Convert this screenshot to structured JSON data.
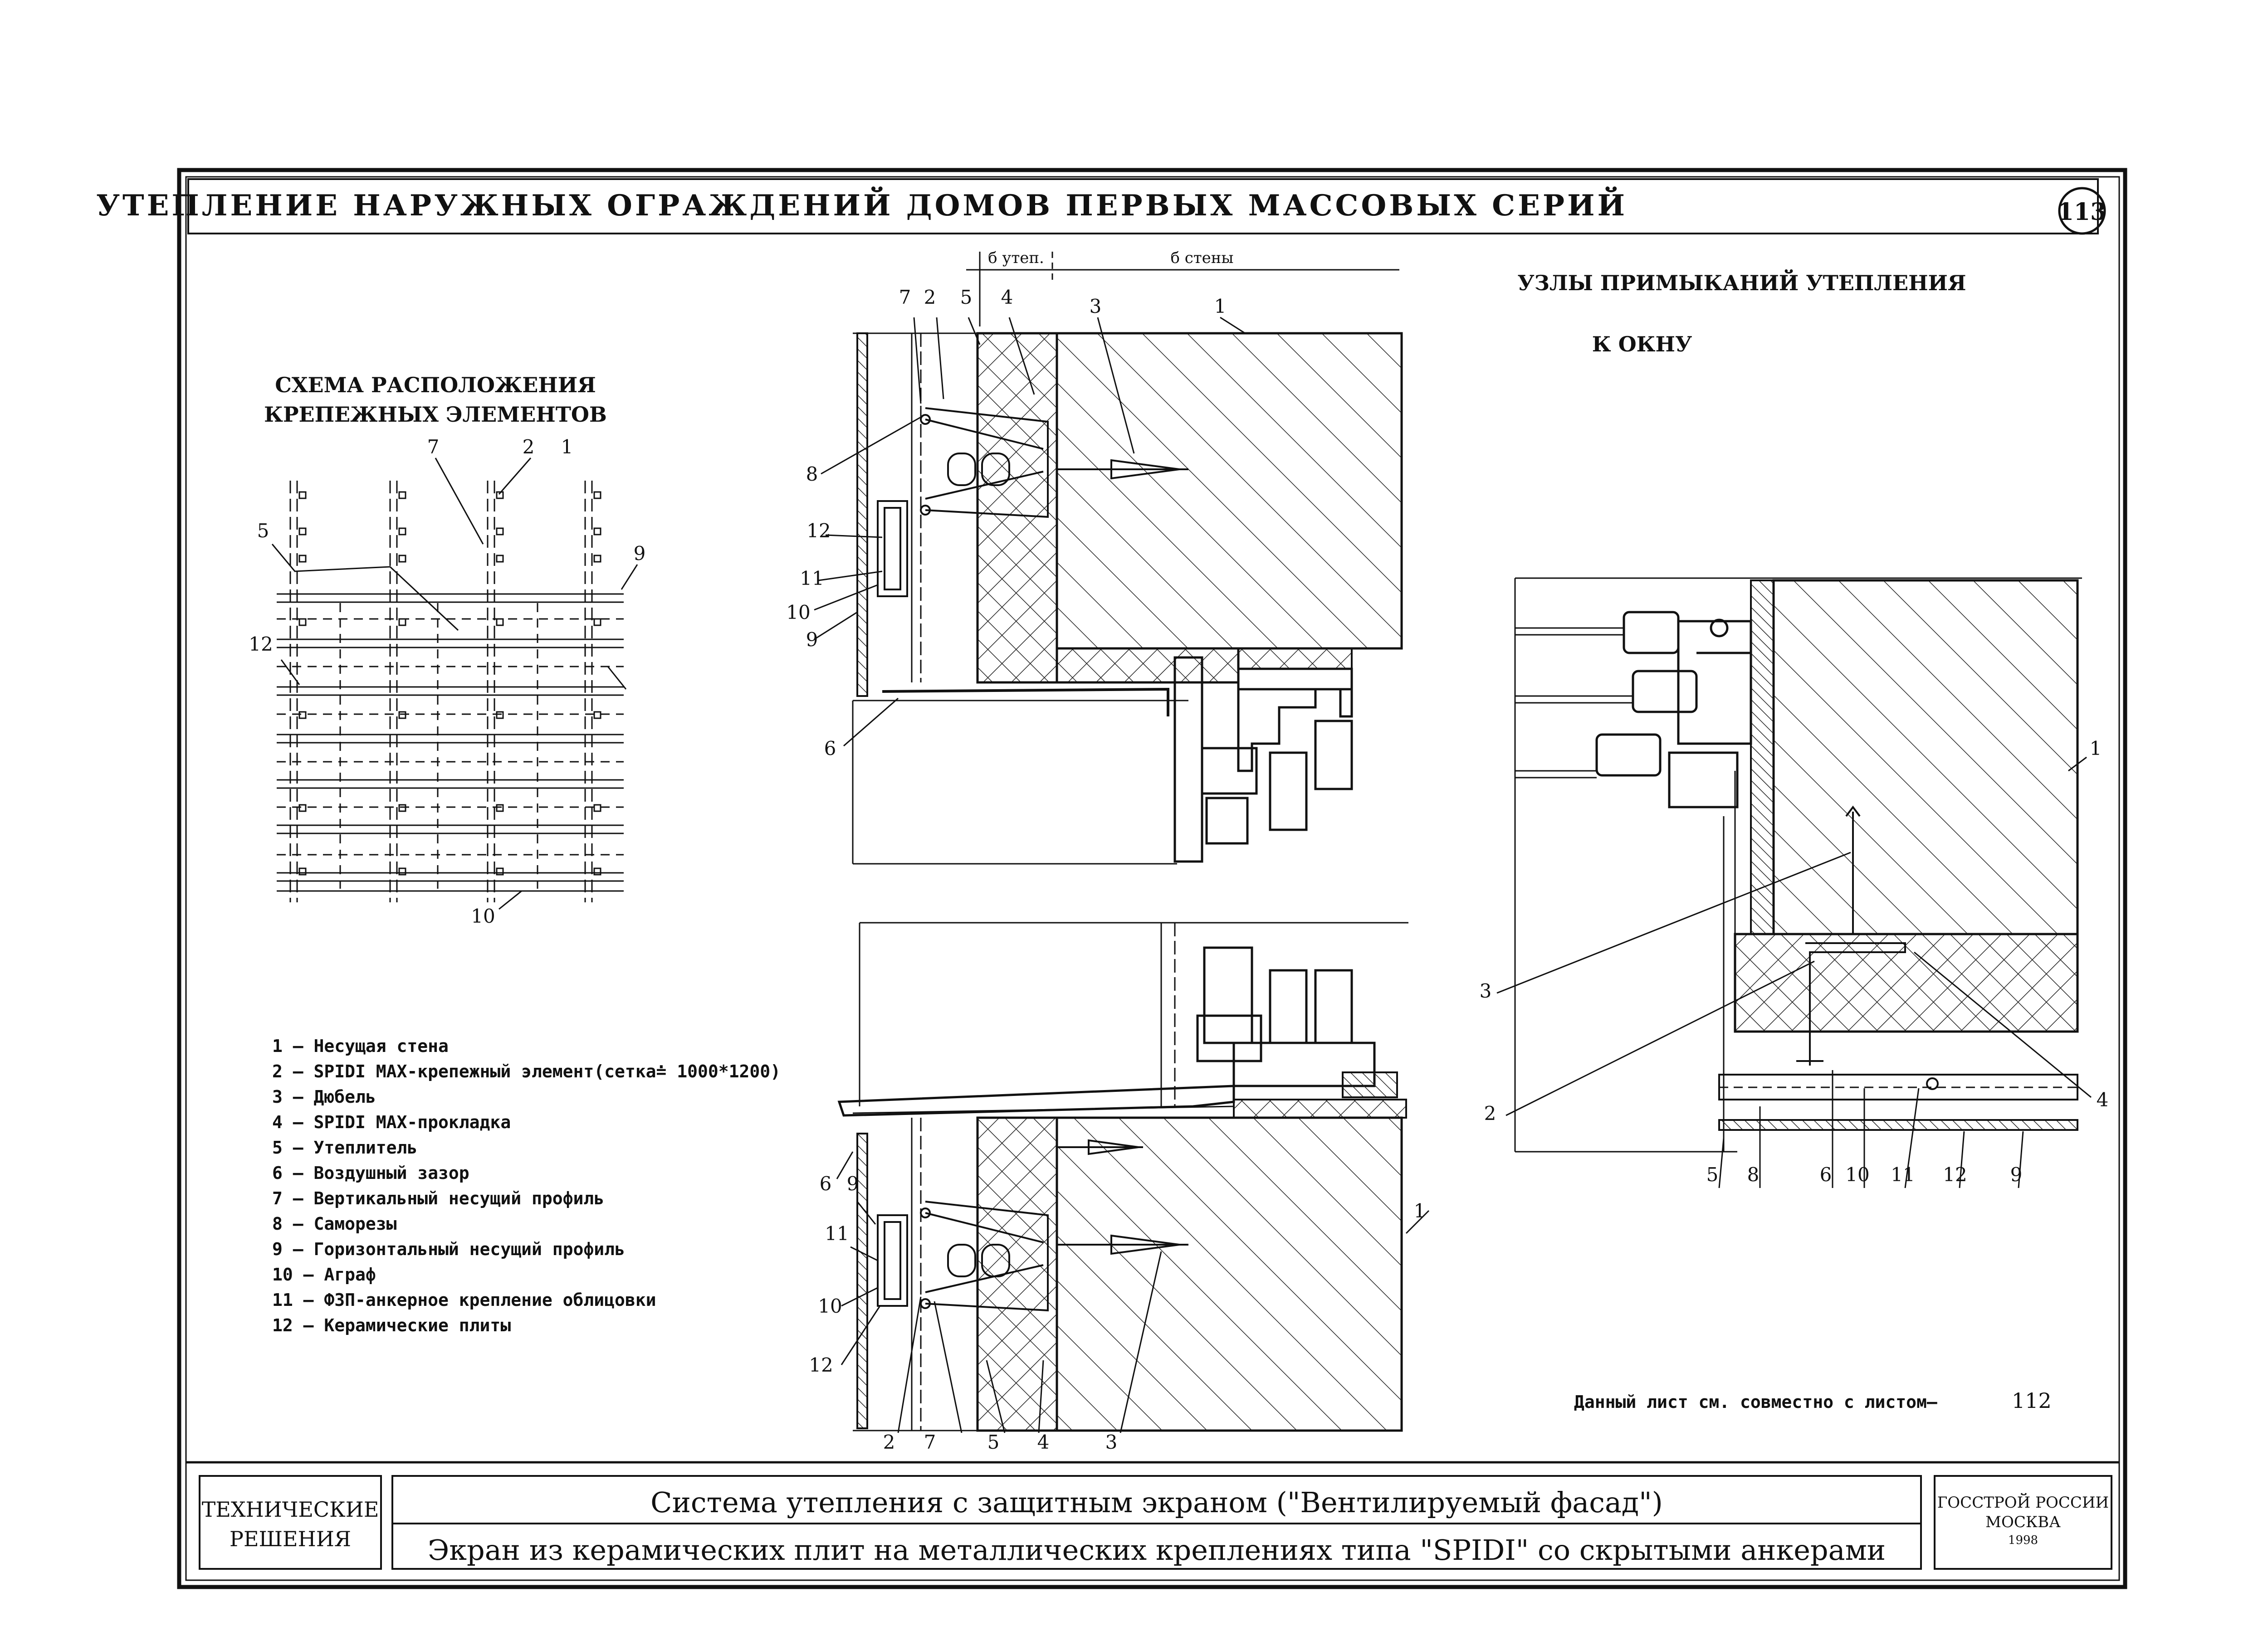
{
  "header": {
    "title": "УТЕПЛЕНИЕ НАРУЖНЫХ ОГРАЖДЕНИЙ ДОМОВ ПЕРВЫХ МАССОВЫХ СЕРИЙ",
    "sheet_number": "113"
  },
  "scheme": {
    "title_line1": "СХЕМА РАСПОЛОЖЕНИЯ",
    "title_line2": "КРЕПЕЖНЫХ ЭЛЕМЕНТОВ",
    "callouts": [
      "7",
      "2",
      "1",
      "5",
      "9",
      "12",
      "10"
    ]
  },
  "section_top": {
    "dim_insul": "б утеп.",
    "dim_wall": "б стены",
    "callouts_top": [
      "7",
      "2",
      "5",
      "4",
      "3",
      "1"
    ],
    "callouts_left": [
      "8",
      "12",
      "11",
      "10",
      "9",
      "6"
    ]
  },
  "section_bottom": {
    "callouts_left": [
      "6",
      "9",
      "11",
      "10",
      "12"
    ],
    "callouts_right": [
      "1"
    ],
    "callouts_bottom": [
      "2",
      "7",
      "5",
      "4",
      "3"
    ]
  },
  "window_node": {
    "title": "УЗЛЫ ПРИМЫКАНИЙ УТЕПЛЕНИЯ",
    "subtitle": "К ОКНУ",
    "callouts_side": [
      "1",
      "3",
      "2",
      "4"
    ],
    "callouts_bottom": [
      "5",
      "8",
      "6",
      "10",
      "11",
      "12",
      "9"
    ]
  },
  "legend": [
    "1 – Несущая стена",
    "2 – SPIDI MAX-крепежный элемент(сетка≐ 1000*1200)",
    "3 – Дюбель",
    "4 – SPIDI MAX-прокладка",
    "5 – Утеплитель",
    "6 – Воздушный зазор",
    "7 – Вертикальный несущий профиль",
    "8 – Саморезы",
    "9 – Горизонтальный несущий профиль",
    "10 – Аграф",
    "11 – ФЗП-анкерное крепление облицовки",
    "12 – Керамические плиты"
  ],
  "note": {
    "text": "Данный лист см. совместно с листом–",
    "sheet": "112"
  },
  "title_block": {
    "category_line1": "ТЕХНИЧЕСКИЕ",
    "category_line2": "РЕШЕНИЯ",
    "system": "Система утепления с защитным экраном (\"Вентилируемый фасад\")",
    "description": "Экран из керамических плит на металлических креплениях типа \"SPIDI\" со скрытыми анкерами",
    "org_line1": "ГОССТРОЙ РОССИИ",
    "org_line2": "МОСКВА",
    "year": "1998"
  }
}
